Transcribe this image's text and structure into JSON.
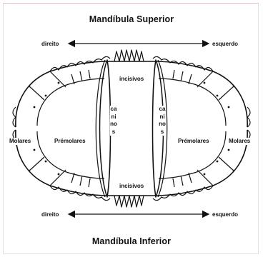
{
  "titles": {
    "upper": "Mandíbula Superior",
    "lower": "Mandíbula Inferior"
  },
  "directions": {
    "right": "direito",
    "left": "esquerdo"
  },
  "regions": {
    "incisors": "incisivos",
    "canines": "caninos",
    "premolars": "Prémolares",
    "molars": "Molares"
  },
  "colors": {
    "ink": "#111111",
    "frame_top": "#e7b7c2"
  }
}
